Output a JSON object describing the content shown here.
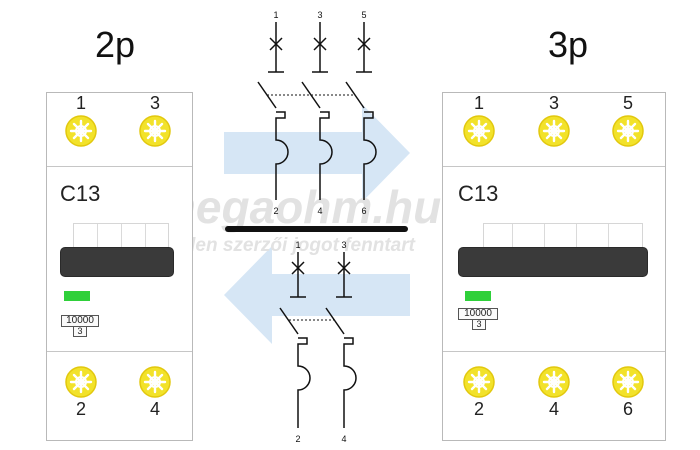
{
  "watermark": {
    "site": "megaohm.hu",
    "notice": "minden szerzői jogot fenntart"
  },
  "left_breaker": {
    "title": "2p",
    "model": "C13",
    "top_terminals": [
      "1",
      "3"
    ],
    "bottom_terminals": [
      "2",
      "4"
    ],
    "breaking_capacity": "10000",
    "class": "3"
  },
  "right_breaker": {
    "title": "3p",
    "model": "C13",
    "top_terminals": [
      "1",
      "3",
      "5"
    ],
    "bottom_terminals": [
      "2",
      "4",
      "6"
    ],
    "breaking_capacity": "10000",
    "class": "3"
  },
  "schematic_3p": {
    "top_labels": [
      "1",
      "3",
      "5"
    ],
    "bottom_labels": [
      "2",
      "4",
      "6"
    ]
  },
  "schematic_2p": {
    "top_labels": [
      "1",
      "3"
    ],
    "bottom_labels": [
      "2",
      "4"
    ]
  },
  "colors": {
    "arrow": "#d6e6f5",
    "screw": "#f2e22a",
    "indicator": "#2fd03a",
    "handle": "#3a3a3a"
  }
}
